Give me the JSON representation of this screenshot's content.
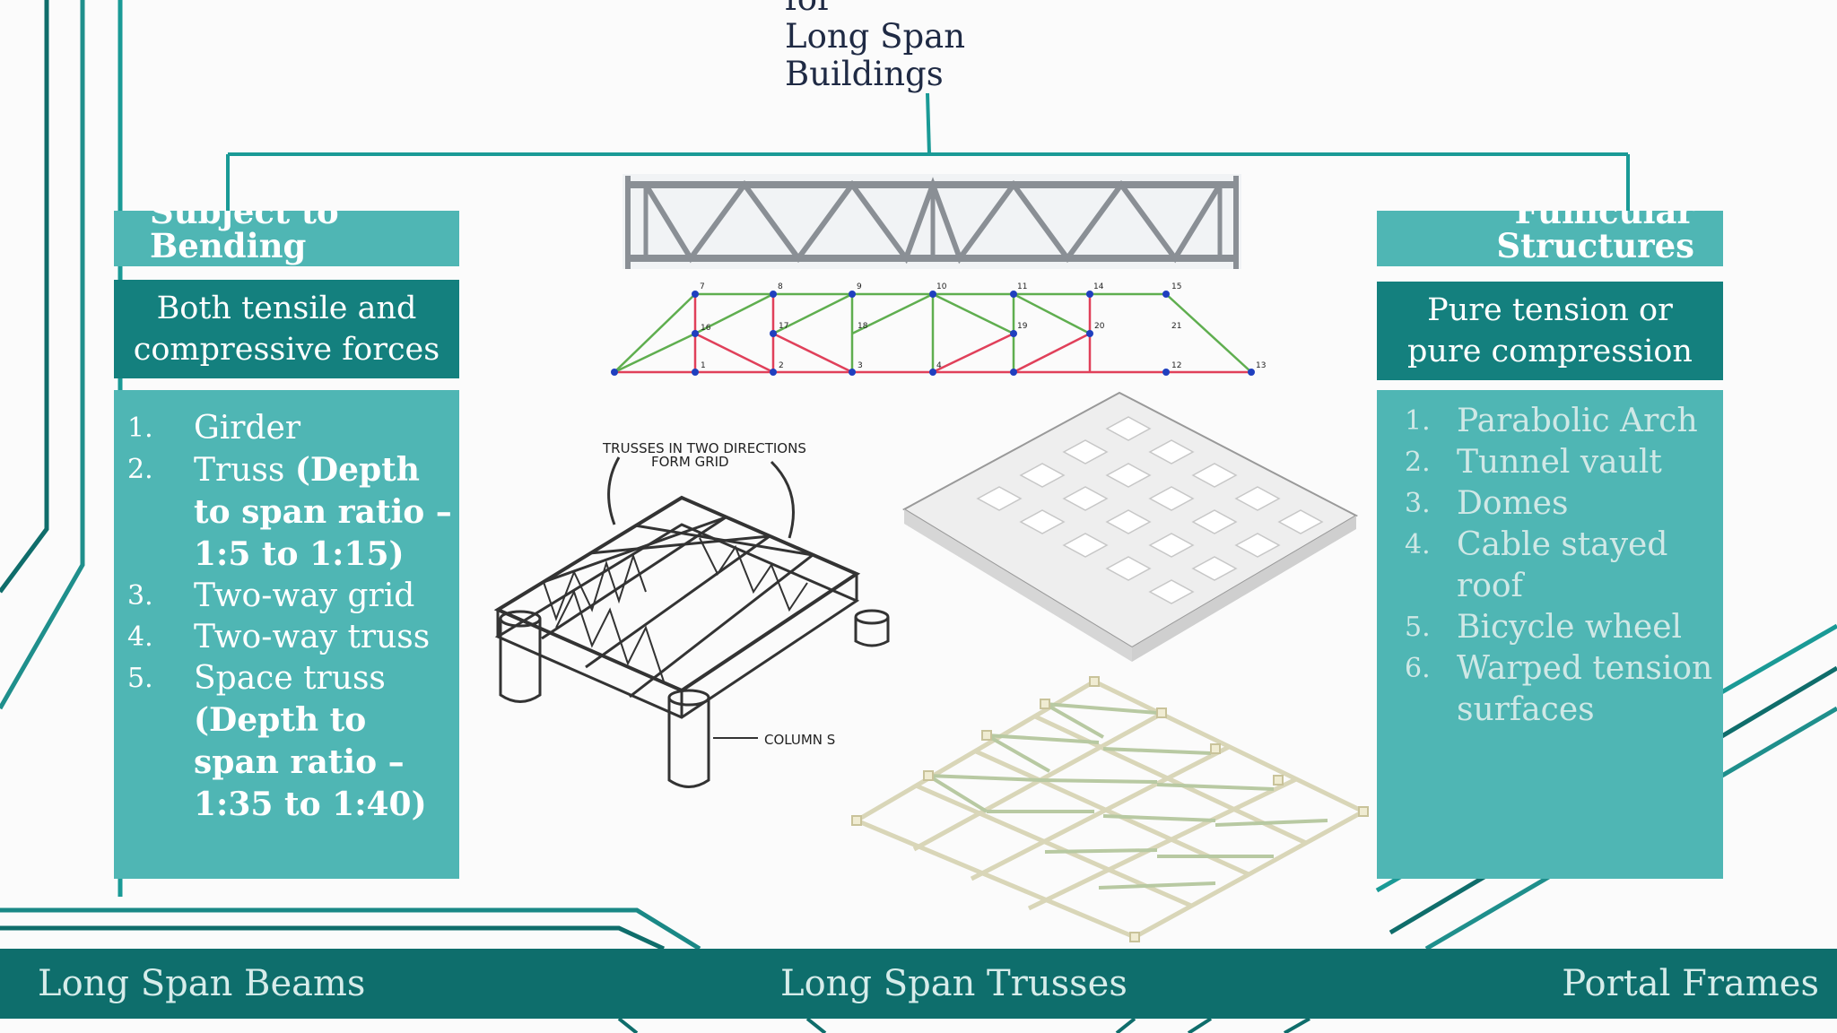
{
  "title": {
    "line1": "for",
    "line2": "Long Span",
    "line3": "Buildings"
  },
  "left": {
    "header_line1": "Subject to",
    "header_line2": "Bending",
    "force_line1": "Both tensile and",
    "force_line2": "compressive forces",
    "items": [
      {
        "num": "1.",
        "text": "Girder",
        "bold": ""
      },
      {
        "num": "2.",
        "text": "Truss ",
        "bold": "(Depth to span ratio – 1:5 to 1:15)"
      },
      {
        "num": "3.",
        "text": "Two-way grid",
        "bold": ""
      },
      {
        "num": "4.",
        "text": "Two-way truss",
        "bold": ""
      },
      {
        "num": "5.",
        "text": "Space truss ",
        "bold": "(Depth to span ratio – 1:35 to 1:40)"
      }
    ]
  },
  "right": {
    "header_line1": "Funicular",
    "header_line2": "Structures",
    "force_line1": "Pure tension or",
    "force_line2": "pure compression",
    "items": [
      {
        "num": "1.",
        "text": "Parabolic Arch"
      },
      {
        "num": "2.",
        "text": "Tunnel vault"
      },
      {
        "num": "3.",
        "text": "Domes"
      },
      {
        "num": "4.",
        "text": "Cable stayed roof"
      },
      {
        "num": "5.",
        "text": "Bicycle wheel"
      },
      {
        "num": "6.",
        "text": "Warped tension surfaces"
      }
    ]
  },
  "sketch_labels": {
    "grid_line1": "TRUSSES IN TWO DIRECTIONS",
    "grid_line2": "FORM GRID",
    "column": "COLUMN S"
  },
  "truss_node_labels": [
    "7",
    "8",
    "9",
    "10",
    "11",
    "14",
    "15",
    "16",
    "17",
    "18",
    "19",
    "20",
    "21",
    "1",
    "2",
    "3",
    "4",
    "12",
    "13"
  ],
  "footer": {
    "item1": "Long Span Beams",
    "item2": "Long Span Trusses",
    "item3": "Portal Frames"
  },
  "colors": {
    "teal_dark": "#14807e",
    "teal_light": "#4fb6b4",
    "footer": "#0e6e6c",
    "title": "#1f2a44"
  }
}
